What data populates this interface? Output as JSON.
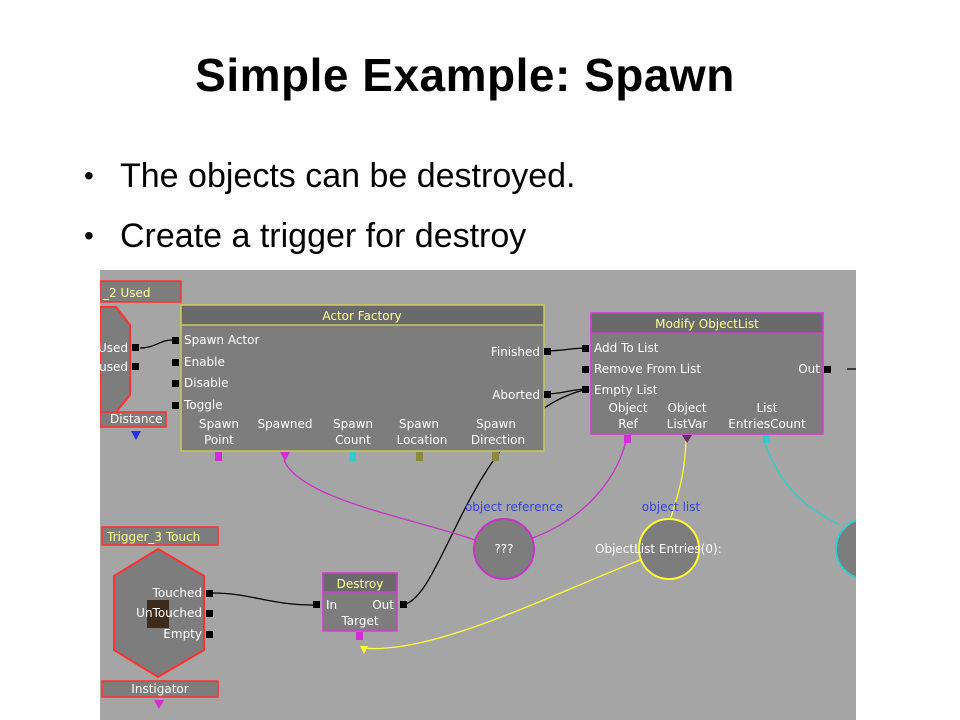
{
  "slide": {
    "title": "Simple Example: Spawn",
    "bullets": [
      "The objects can be destroyed.",
      "Create a trigger for destroy"
    ],
    "bullet_glyph": "•"
  },
  "kismet": {
    "trigger2": {
      "header": "_2 Used",
      "outputs": [
        "Used",
        "Unused"
      ],
      "variable": "Distance"
    },
    "actor_factory": {
      "title": "Actor Factory",
      "inputs": [
        "Spawn Actor",
        "Enable",
        "Disable",
        "Toggle"
      ],
      "outputs": [
        "Finished",
        "Aborted"
      ],
      "variables": [
        {
          "line1": "Spawn",
          "line2": "Point"
        },
        {
          "line1": "Spawned",
          "line2": ""
        },
        {
          "line1": "Spawn",
          "line2": "Count"
        },
        {
          "line1": "Spawn",
          "line2": "Location"
        },
        {
          "line1": "Spawn",
          "line2": "Direction"
        }
      ]
    },
    "modify_objectlist": {
      "title": "Modify ObjectList",
      "inputs": [
        "Add To List",
        "Remove From List",
        "Empty List"
      ],
      "outputs": [
        "Out"
      ],
      "variables": [
        {
          "line1": "Object",
          "line2": "Ref"
        },
        {
          "line1": "Object",
          "line2": "ListVar"
        },
        {
          "line1": "List",
          "line2": "EntriesCount"
        }
      ]
    },
    "object_reference": {
      "label": "object reference",
      "value": "???"
    },
    "object_list": {
      "label": "object list",
      "value": "ObjectList Entries(0):"
    },
    "trigger3": {
      "header": "Trigger_3 Touch",
      "outputs": [
        "Touched",
        "UnTouched",
        "Empty"
      ],
      "variable": "Instigator"
    },
    "destroy": {
      "title": "Destroy",
      "input": "In",
      "output": "Out",
      "variable": "Target"
    },
    "colors": {
      "canvas": "#a5a5a5",
      "node_body": "#7d7d7d",
      "node_header": "#6a6a6a",
      "event_border": "#ff3030",
      "factory_border": "#c9c95a",
      "modify_border": "#d43cd4",
      "event_header_bg": "#ffff96",
      "object_wire": "#c832c8",
      "list_wire": "#ffff33",
      "int_wire": "#33cccc",
      "exec_wire": "#000000"
    }
  }
}
